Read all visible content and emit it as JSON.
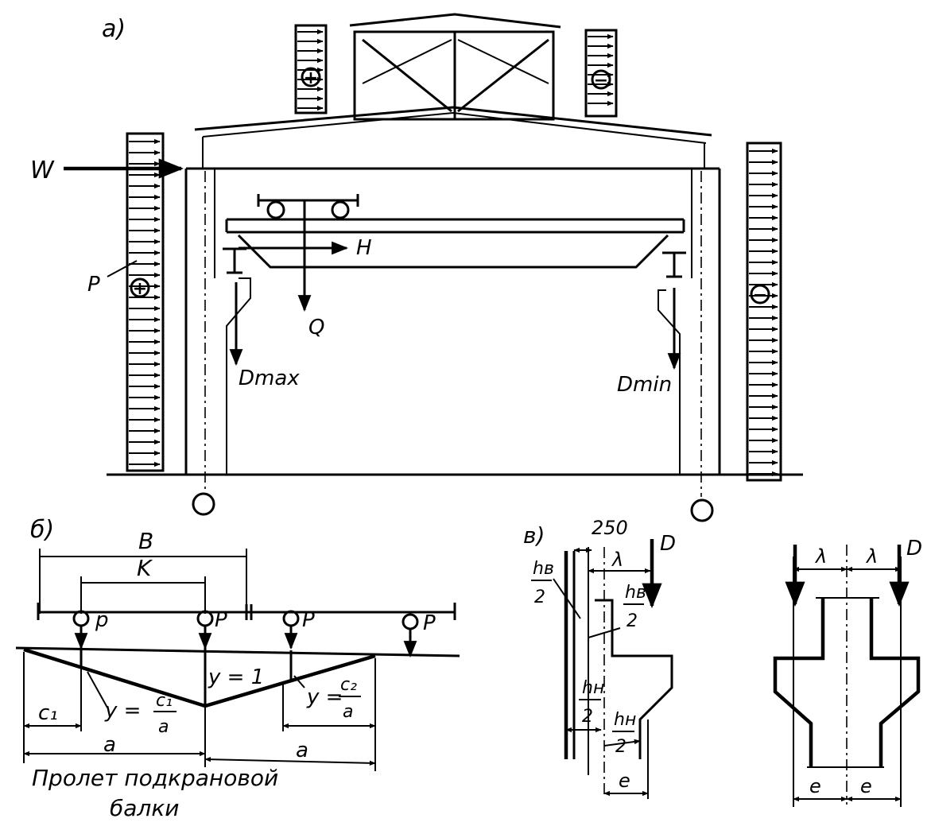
{
  "panels": {
    "a": {
      "label": "а)"
    },
    "b": {
      "label": "б)"
    },
    "v": {
      "label": "в)"
    }
  },
  "frame": {
    "wind": "W",
    "pressure": "P",
    "horizontal_force": "H",
    "crane_weight": "Q",
    "d_max": "Dmax",
    "d_min": "Dmin",
    "plus": "+",
    "minus": "−"
  },
  "influence_line": {
    "B": "B",
    "K": "K",
    "p_left": "p",
    "p_right_1": "P",
    "p_right_2": "P",
    "p_right_3": "P",
    "y_max": "y = 1",
    "y1": {
      "lhs": "y =",
      "num": "c₁",
      "den": "a"
    },
    "y2": {
      "lhs": "y =",
      "num": "c₂",
      "den": "a"
    },
    "c1": "c₁",
    "a_left": "a",
    "a_right": "a",
    "caption": [
      "Пролет подкрановой",
      "балки"
    ]
  },
  "columns": {
    "dim_250": "250",
    "D_left": "D",
    "D_right": "D",
    "lambda": "λ",
    "lambda_a": "λ",
    "lambda_b": "λ",
    "hv_left": {
      "num": "hв",
      "den": "2"
    },
    "hv_right": {
      "num": "hв",
      "den": "2"
    },
    "hn_left": {
      "num": "hн",
      "den": "2"
    },
    "hn_right": {
      "num": "hн",
      "den": "2"
    },
    "e": "e",
    "e_a": "e",
    "e_b": "e"
  }
}
